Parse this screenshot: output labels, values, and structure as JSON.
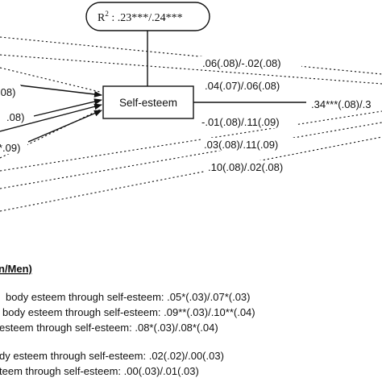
{
  "r2_label": {
    "base": "R",
    "exp": "2",
    "text": " : .23***/.24***"
  },
  "node_label": "Self-esteem",
  "outcome_path": ".34***(.08)/.3",
  "left_paths": [
    ".08)",
    ".08)",
    "*.09)"
  ],
  "right_paths": [
    ".06(.08)/-.02(.08)",
    ".04(.07)/.06(.08)",
    "-.01(.08)/.11(.09)",
    ".03(.08)/.11(.09)",
    ".10(.08)/.02(.08)"
  ],
  "notes": {
    "heading": "n/Men)",
    "lines": [
      "body esteem through self-esteem: .05*(.03)/.07*(.03)",
      "body esteem through self-esteem: .09**(.03)/.10**(.04)",
      "esteem through self-esteem: .08*(.03)/.08*(.04)",
      "dy esteem through self-esteem: .02(.02)/.00(.03)",
      "teem through self-esteem: .00(.03)/.01(.03)"
    ]
  }
}
